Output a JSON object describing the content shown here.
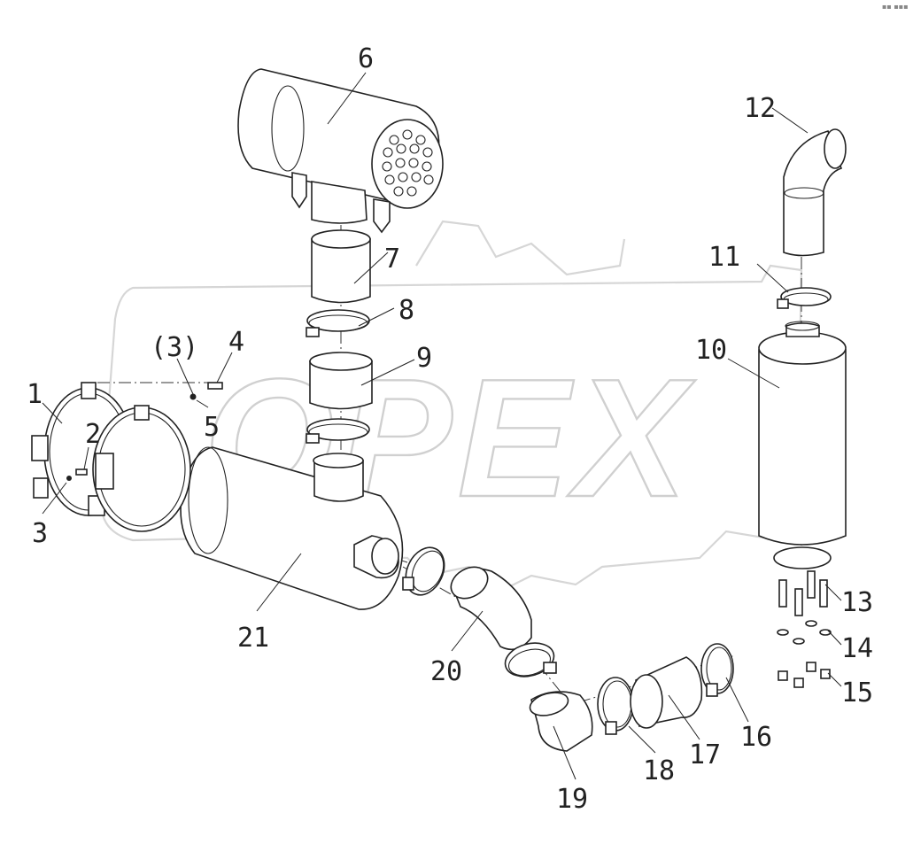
{
  "diagram": {
    "watermark": "OPEX",
    "corner_mark": "▪▪ ▪▪▪",
    "callouts": {
      "c1": "1",
      "c2": "2",
      "c3": "3",
      "c3p": "(3)",
      "c4": "4",
      "c5": "5",
      "c6": "6",
      "c7": "7",
      "c8": "8",
      "c9": "9",
      "c10": "10",
      "c11": "11",
      "c12": "12",
      "c13": "13",
      "c14": "14",
      "c15": "15",
      "c16": "16",
      "c17": "17",
      "c18": "18",
      "c19": "19",
      "c20": "20",
      "c21": "21"
    }
  }
}
